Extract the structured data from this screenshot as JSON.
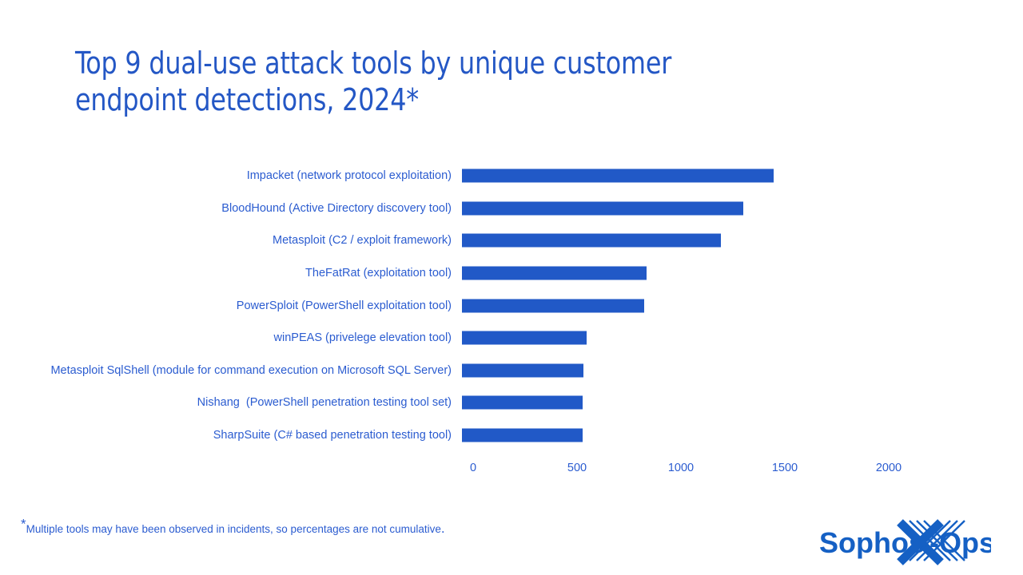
{
  "chart_data": {
    "type": "bar",
    "orientation": "horizontal",
    "title": "Top 9 dual-use attack tools by unique customer endpoint detections, 2024*",
    "xlabel": "",
    "ylabel": "",
    "xlim": [
      0,
      2000
    ],
    "xticks": [
      "0",
      "500",
      "1000",
      "1500",
      "2000"
    ],
    "grid": false,
    "legend": null,
    "bar_color": "#2159C7",
    "text_color": "#2B5CD0",
    "categories": [
      "Impacket (network protocol exploitation)",
      "BloodHound (Active Directory discovery tool)",
      "Metasploit (C2 / exploit framework)",
      "TheFatRat (exploitation tool)",
      "PowerSploit (PowerShell exploitation tool)",
      "winPEAS (privelege elevation tool)",
      "Metasploit SqlShell (module for command execution on Microsoft SQL Server)",
      "Nishang  (PowerShell penetration testing tool set)",
      "SharpSuite (C# based penetration testing tool)"
    ],
    "values": [
      1500,
      1355,
      1245,
      890,
      875,
      600,
      585,
      580,
      580
    ]
  },
  "title": {
    "line1": "Top 9 dual-use attack tools by unique customer",
    "line2": "endpoint detections, 2024*"
  },
  "footnote": {
    "star": "*",
    "text": "Multiple tools may have been observed in incidents, so percentages are not cumulative",
    "period": "."
  },
  "logo": {
    "word_left": "Sophos",
    "word_right": "-Ops",
    "mark": "x-mark"
  }
}
